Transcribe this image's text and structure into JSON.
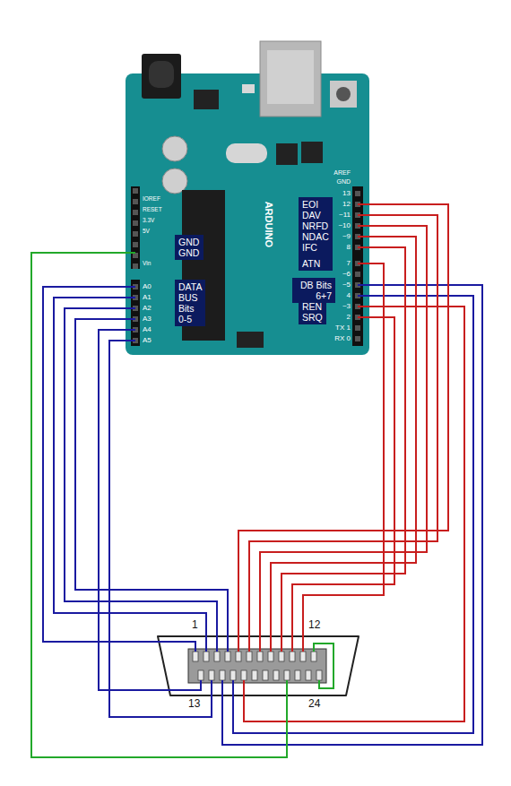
{
  "diagram": {
    "nodes": [
      {
        "text": [
          "GND",
          "GND"
        ]
      },
      {
        "text": [
          "DATA BUS Bits 0-5"
        ]
      },
      {
        "text": [
          "EOI",
          "DAV",
          "NRFD",
          "NDAC",
          "IFC",
          "ATN"
        ]
      },
      {
        "text": [
          "DB Bits 6+7"
        ]
      },
      {
        "text": [
          "REN",
          "SRQ"
        ]
      }
    ],
    "labels": [
      "1",
      "12",
      "13",
      "24",
      "ARDUINO",
      "AREF",
      "GND",
      "13",
      "12",
      "~11",
      "~10",
      "~9",
      "8",
      "7",
      "~6",
      "~5",
      "4",
      "~3",
      "2",
      "TX 1",
      "RX 0",
      "A0",
      "A1",
      "A2",
      "A3",
      "A4",
      "A5",
      "IOREF",
      "RESET",
      "3.3V",
      "5V",
      "Vin"
    ]
  }
}
